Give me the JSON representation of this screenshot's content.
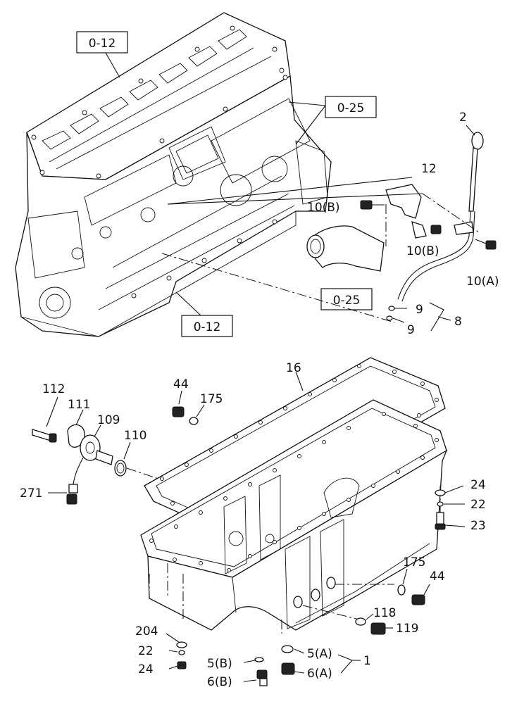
{
  "diagram": {
    "ref_labels": [
      "0-12",
      "0-25",
      "0-25",
      "0-12"
    ],
    "part_labels": [
      "2",
      "12",
      "10(B)",
      "10(B)",
      "10(A)",
      "9",
      "9",
      "8",
      "16",
      "44",
      "175",
      "112",
      "111",
      "109",
      "110",
      "271",
      "24",
      "22",
      "23",
      "175",
      "44",
      "118",
      "119",
      "204",
      "22",
      "24",
      "5(A)",
      "5(B)",
      "6(A)",
      "6(B)",
      "1"
    ]
  }
}
